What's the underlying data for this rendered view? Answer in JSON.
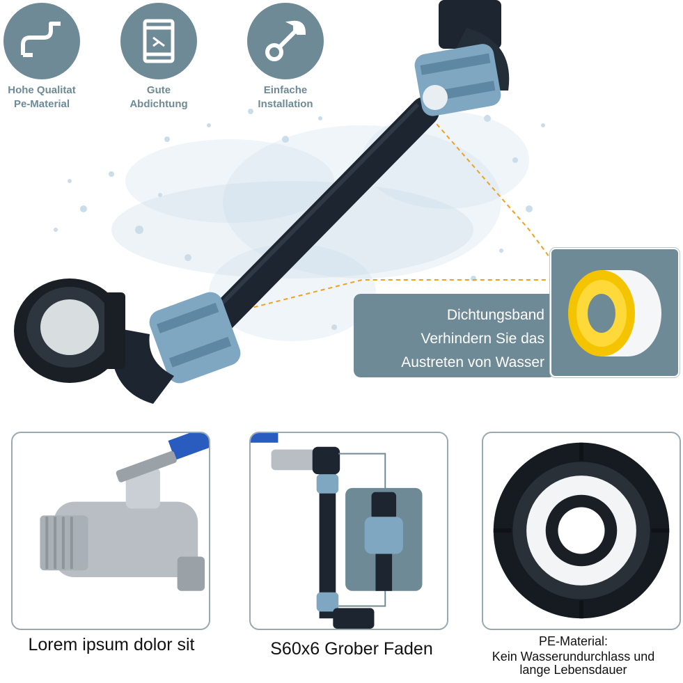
{
  "features": [
    {
      "icon": "pipe-icon",
      "line1": "Hohe Qualitat",
      "line2": "Pe-Material"
    },
    {
      "icon": "seal-icon",
      "line1": "Gute",
      "line2": "Abdichtung"
    },
    {
      "icon": "wrench-icon",
      "line1": "Einfache",
      "line2": "Installation"
    }
  ],
  "callout": {
    "line1": "Dichtungsband",
    "line2": "Verhindern Sie das",
    "line3": "Austreten von Wasser"
  },
  "panels": [
    {
      "label": "Lorem ipsum dolor sit"
    },
    {
      "label": "S60x6 Grober Faden"
    },
    {
      "label_line1": "PE-Material:",
      "label_line2": "Kein Wasserundurchlass und",
      "label_line3": "lange Lebensdauer"
    }
  ],
  "colors": {
    "brand": "#6e8a96",
    "pipe": "#1c2530",
    "fitting": "#7fa7c2",
    "tape": "#f5c400",
    "leader": "#f0a020"
  }
}
